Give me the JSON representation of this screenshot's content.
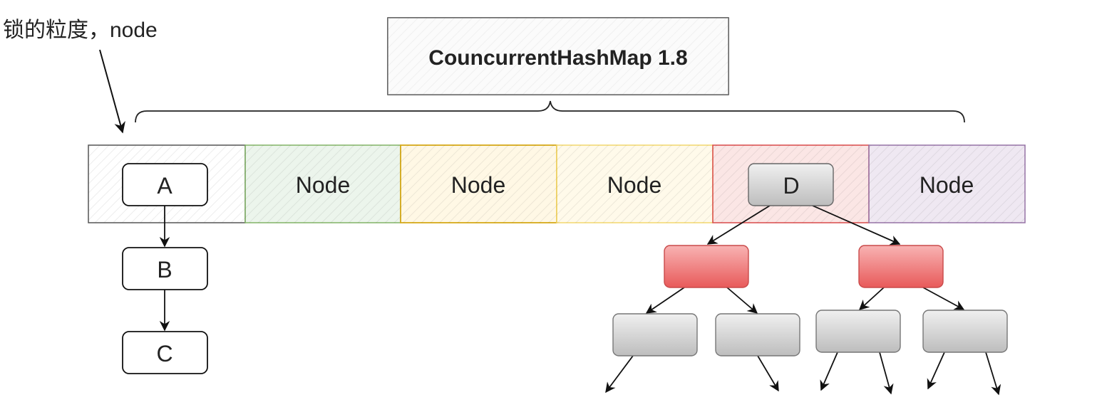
{
  "annotation": {
    "text": "锁的粒度，node"
  },
  "title": {
    "text": "CouncurrentHashMap 1.8"
  },
  "array": {
    "cells": [
      {
        "label": "",
        "color": "#555555",
        "fill": "#eeeeee"
      },
      {
        "label": "Node",
        "color": "#82b366",
        "fill": "#d5e8d4"
      },
      {
        "label": "Node",
        "color": "#d6a91a",
        "fill": "#fff2cc"
      },
      {
        "label": "Node",
        "color": "#f2d76e",
        "fill": "#fff7dc"
      },
      {
        "label": "",
        "color": "#d94a4a",
        "fill": "#f8cecc"
      },
      {
        "label": "Node",
        "color": "#9673a6",
        "fill": "#e1d5e7"
      }
    ]
  },
  "list": {
    "nodes": [
      {
        "label": "A"
      },
      {
        "label": "B"
      },
      {
        "label": "C"
      }
    ]
  },
  "tree": {
    "root": {
      "label": "D"
    },
    "red_fill": "#ee5a5a",
    "gray_fill": "#c8c8c8"
  }
}
